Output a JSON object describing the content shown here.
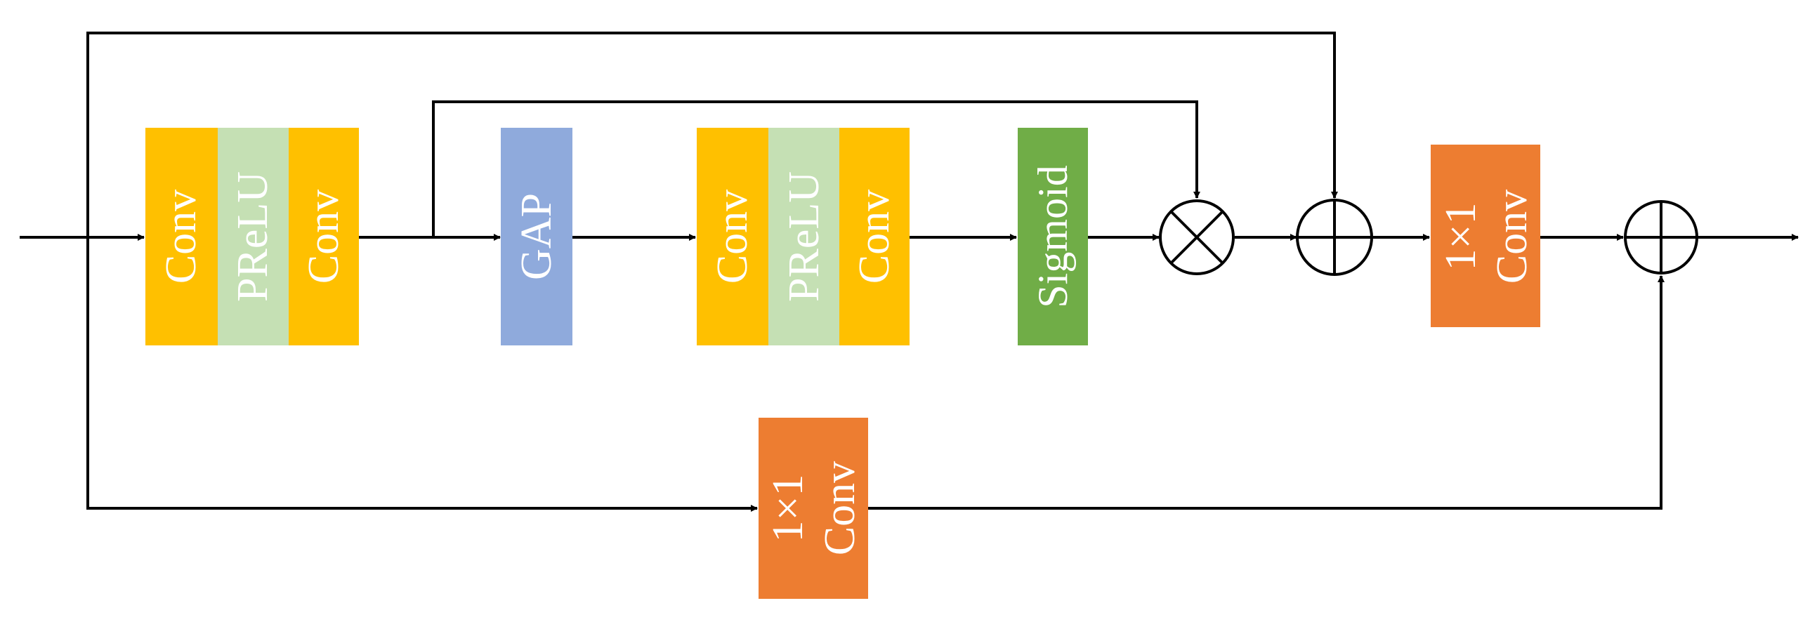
{
  "colors": {
    "conv": "#FFC000",
    "prelu": "#C5E0B4",
    "gap": "#8FAADC",
    "sigmoid": "#70AD47",
    "conv1x1": "#ED7D31",
    "line": "#000000",
    "text": "#ffffff"
  },
  "blocks": {
    "conv_a1": "Conv",
    "prelu_a": "PReLU",
    "conv_a2": "Conv",
    "gap": "GAP",
    "conv_b1": "Conv",
    "prelu_b": "PReLU",
    "conv_b2": "Conv",
    "sigmoid": "Sigmoid",
    "conv1x1_main": {
      "line1": "1×1",
      "line2": "Conv"
    },
    "conv1x1_skip": {
      "line1": "1×1",
      "line2": "Conv"
    }
  },
  "operators": {
    "multiply": "multiply-icon",
    "add_1": "add-icon",
    "add_2": "add-icon"
  }
}
